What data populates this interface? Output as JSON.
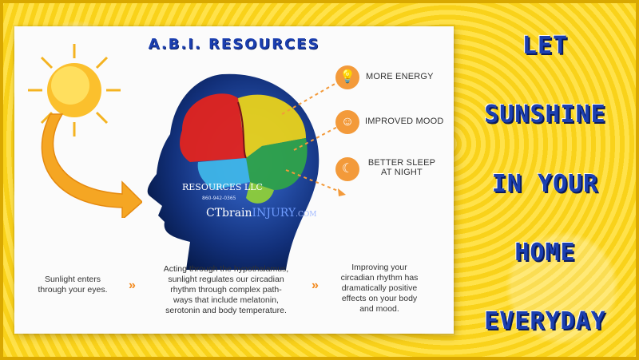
{
  "title": "A.B.I. RESOURCES",
  "benefits": [
    {
      "label": "MORE ENERGY",
      "icon": "lightbulb-icon",
      "glyph": "💡"
    },
    {
      "label": "IMPROVED MOOD",
      "icon": "smiley-icon",
      "glyph": "☺"
    },
    {
      "label": "BETTER SLEEP\nAT NIGHT",
      "icon": "moon-icon",
      "glyph": "☾"
    }
  ],
  "watermark": {
    "company": "RESOURCES LLC",
    "phone": "860-942-0365",
    "site_a": "CTbrain",
    "site_b": "INJURY",
    "site_c": ".COM"
  },
  "steps": [
    {
      "text": "Sunlight enters\nthrough your eyes."
    },
    {
      "text": "Acting through the hypothalamus,\nsunlight regulates our circadian\nrhythm through complex path-\nways that include melatonin,\nserotonin and body temperature."
    },
    {
      "text": "Improving your\ncircadian rhythm has\ndramatically positive\neffects on your body\nand mood."
    }
  ],
  "chevron": "»",
  "slogan": [
    "LET",
    "SUNSHINE",
    "IN YOUR",
    "HOME",
    "EVERYDAY"
  ],
  "colors": {
    "accent": "#f39a3a",
    "title_blue": "#1b3fb0",
    "background": "#fcd51c"
  }
}
